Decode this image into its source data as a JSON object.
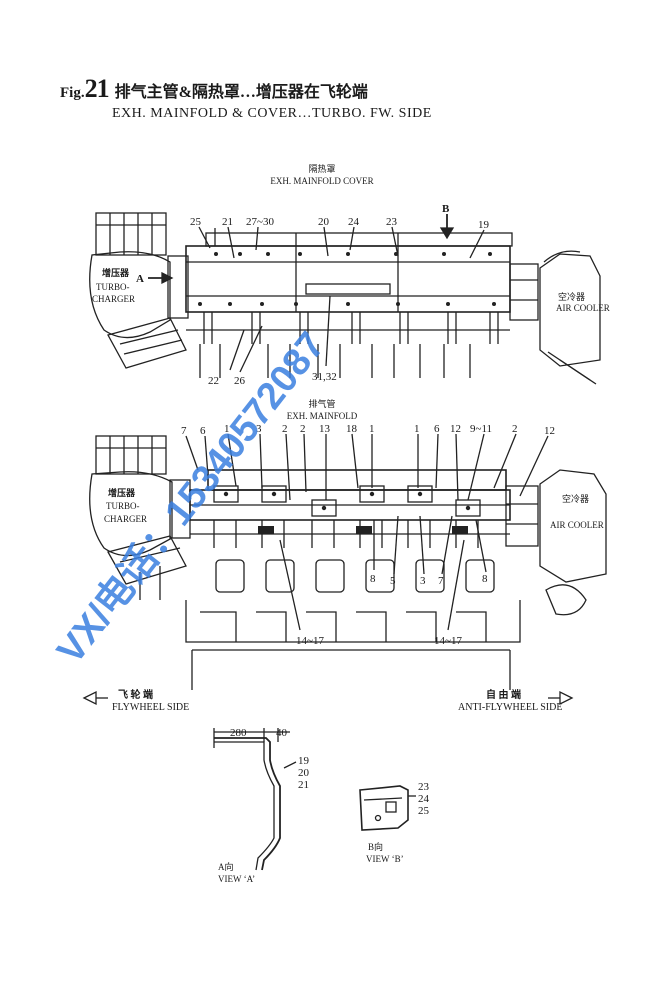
{
  "header": {
    "fig_prefix": "Fig.",
    "fig_number": "21",
    "title_cn": "排气主管&隔热罩…增压器在飞轮端",
    "title_en": "EXH. MAINFOLD & COVER…TURBO. FW. SIDE"
  },
  "top_view": {
    "title_cn": "隔热罩",
    "title_en": "EXH. MAINFOLD COVER",
    "turbo_cn": "增压器",
    "turbo_en_1": "TURBO-",
    "turbo_en_2": "CHARGER",
    "cooler_cn": "空冷器",
    "cooler_en": "AIR COOLER",
    "arrow_a": "A",
    "arrow_b": "B",
    "callouts": [
      "25",
      "21",
      "27~30",
      "20",
      "24",
      "23",
      "19",
      "22",
      "26",
      "31,32"
    ]
  },
  "bottom_view": {
    "title_cn": "排气管",
    "title_en": "EXH. MAINFOLD",
    "turbo_cn": "增压器",
    "turbo_en_1": "TURBO-",
    "turbo_en_2": "CHARGER",
    "cooler_cn": "空冷器",
    "cooler_en": "AIR COOLER",
    "callouts_top": [
      "7",
      "6",
      "1",
      "3",
      "2",
      "2",
      "13",
      "18",
      "1",
      "1",
      "6",
      "12",
      "9~11",
      "2",
      "12"
    ],
    "callouts_bottom": [
      "8",
      "5",
      "3",
      "7",
      "8",
      "14~17",
      "14~17"
    ]
  },
  "sides": {
    "left_cn": "飞 轮 端",
    "left_en": "FLYWHEEL SIDE",
    "right_cn": "自 由 端",
    "right_en": "ANTI-FLYWHEEL SIDE"
  },
  "view_a": {
    "dim_1": "280",
    "dim_2": "40",
    "parts": [
      "19",
      "20",
      "21"
    ],
    "label_cn": "A向",
    "label_en": "VIEW ‘A’"
  },
  "view_b": {
    "parts": [
      "23",
      "24",
      "25"
    ],
    "label_cn": "B向",
    "label_en": "VIEW ‘B’"
  },
  "watermark": {
    "text": "VX/电话：15340572087",
    "color": "#3a7fe0"
  }
}
